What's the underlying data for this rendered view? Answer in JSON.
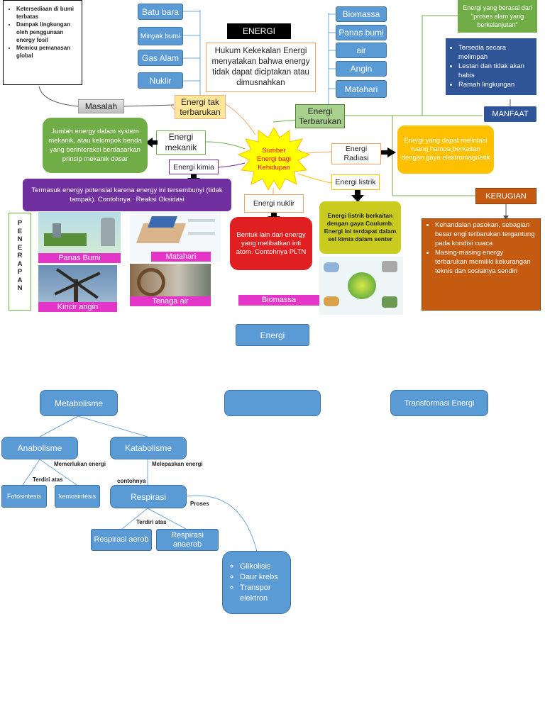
{
  "top": {
    "masalah_list": [
      "Ketersediaan di bumi terbatas",
      "Dampak lingkungan oleh penggunaan energy fosil",
      "Memicu pemanasan global"
    ],
    "masalah": "Masalah",
    "energi_header": "ENERGI",
    "hukum": "Hukum Kekekalan Energi menyatakan bahwa energy tidak dapat diciptakan atau dimusnahkan",
    "tak_terbarukan": "Energi tak terbarukan",
    "tak_items": [
      "Batu bara",
      "Minyak bumi",
      "Gas Alam",
      "Nuklir"
    ],
    "terbarukan": "Energi Terbarukan",
    "ter_items": [
      "Biomassa",
      "Panas bumi",
      "air",
      "Angin",
      "Matahari"
    ],
    "def_terbarukan": "Energi yang berasal dari \"proses alam yang berkelanjutan\"",
    "manfaat_list": [
      "Tersedia secara melimpah",
      "Lestari dan tidak akan habis",
      "Ramah lingkungan"
    ],
    "manfaat": "MANFAAT",
    "kerugian": "KERUGIAN",
    "kerugian_list": [
      "Kehandalan pasokan, sebagian besar engi terbarukan tergantung pada kondisi cuaca",
      "Masing-masing energy terbarukan memiliki kekurangan teknis dan sosialnya sendiri"
    ],
    "sumber": "Sumber Energi bagi Kehidupan",
    "mekanik": "Energi mekanik",
    "mekanik_def": "Jumlah energy dalam system mekanik, atau kelompok benda yang berinteraksi berdasarkan prinsip mekanik dasar",
    "kimia": "Energi kimia",
    "kimia_def": "Termasuk energy potensial karena energy ini tersembunyi (tidak tampak). Contohnya : Reaksi Oksidasi",
    "radiasi": "Energi Radiasi",
    "radiasi_def": "Energi yang dapat melintasi ruang hampa,berkaitan dengan gaya elektromagnetik",
    "listrik": "Energi listrik",
    "listrik_def": "Energi listrik berkaitan dengan gaya Coulumb. Energi ini terdapat dalam sel kimia dalam senter",
    "nuklir": "Energi nuklir",
    "nuklir_def": "Bentuk lain dari energy yang melibatkan inti atom. Contohnya PLTN",
    "penerapan": "PENERAPAN",
    "pics": [
      "Panas Bumi",
      "Matahari",
      "Kincir angin",
      "Tenaga air",
      "Biomassa"
    ]
  },
  "bottom": {
    "energi": "Energi",
    "metabolisme": "Metabolisme",
    "empty": "",
    "transformasi": "Transformasi Energi",
    "anabolisme": "Anabolisme",
    "katabolisme": "Katabolisme",
    "memerlukan": "Memerlukan energi",
    "melepaskan": "Melepaskan energi",
    "terdiri1": "Terdiri atas",
    "contohnya": "contohnya",
    "fotosintesis": "Fotosintesis",
    "kemosintesis": "kemosintesis",
    "respirasi": "Respirasi",
    "proses": "Proses",
    "terdiri2": "Terdiri atas",
    "aerob": "Respirasi aerob",
    "anaerob": "Respirasi anaerob",
    "proses_list": [
      "Glikolisis",
      "Daur krebs",
      "Transpor elektron"
    ]
  },
  "colors": {
    "blue": "#5b9bd5",
    "green": "#70ad47",
    "purple": "#7030a0",
    "red": "#ff0000",
    "orange": "#c55a11",
    "navy": "#2f5597",
    "yellow": "#ffc000"
  }
}
